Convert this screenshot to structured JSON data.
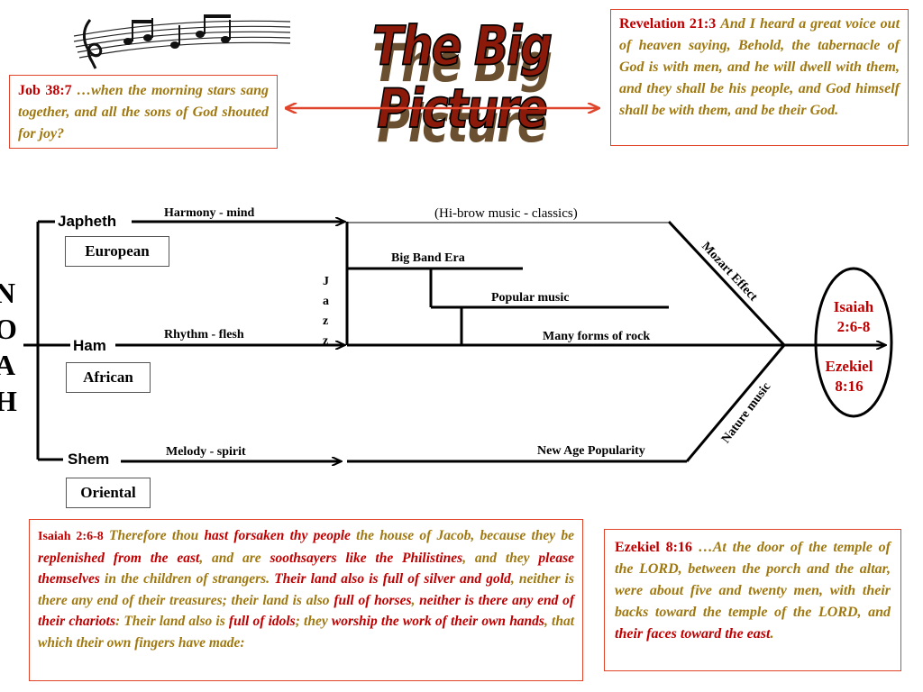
{
  "title": "The Big Picture",
  "job": {
    "ref": "Job 38:7",
    "text": "…when the morning stars sang together, and all the sons of God shouted for joy?"
  },
  "revelation": {
    "ref": "Revelation 21:3",
    "text": "And I heard a great voice out of heaven saying, Behold, the tabernacle of God is with men, and he will dwell with them, and they shall be his people, and God himself shall be with them, and be their God."
  },
  "diagram": {
    "noah_letters": [
      "N",
      "O",
      "A",
      "H"
    ],
    "sons": [
      {
        "name": "Japheth",
        "region": "European",
        "trait": "Harmony - mind"
      },
      {
        "name": "Ham",
        "region": "African",
        "trait": "Rhythm - flesh"
      },
      {
        "name": "Shem",
        "region": "Oriental",
        "trait": "Melody - spirit"
      }
    ],
    "jazz_letters": [
      "J",
      "a",
      "z",
      "z"
    ],
    "branches": {
      "hi_brow": "(Hi-brow music - classics)",
      "big_band": "Big Band Era",
      "popular": "Popular music",
      "rock": "Many forms of rock",
      "new_age": "New Age Popularity"
    },
    "mozart": "Mozart Effect",
    "nature": "Nature music",
    "destination": {
      "isaiah_line1": "Isaiah",
      "isaiah_line2": "2:6-8",
      "ezekiel_line1": "Ezekiel",
      "ezekiel_line2": "8:16"
    }
  },
  "isaiah_verse": {
    "ref": "Isaiah 2:6-8",
    "segments": [
      {
        "t": "Therefore thou ",
        "c": "olive"
      },
      {
        "t": "hast forsaken thy people",
        "c": "red"
      },
      {
        "t": " the house of Jacob, because they be ",
        "c": "olive"
      },
      {
        "t": "replenished from the east",
        "c": "red"
      },
      {
        "t": ", and are ",
        "c": "olive"
      },
      {
        "t": "soothsayers like the Philistines",
        "c": "red"
      },
      {
        "t": ", and they ",
        "c": "olive"
      },
      {
        "t": "please themselves",
        "c": "red"
      },
      {
        "t": " in the children of strangers. ",
        "c": "olive"
      },
      {
        "t": "Their land also is full of silver and gold",
        "c": "red"
      },
      {
        "t": ", neither is there any end of their treasures; their land is also ",
        "c": "olive"
      },
      {
        "t": "full of horses",
        "c": "red"
      },
      {
        "t": ", ",
        "c": "olive"
      },
      {
        "t": "neither is there any end of their chariots",
        "c": "red"
      },
      {
        "t": ": Their land also is ",
        "c": "olive"
      },
      {
        "t": "full of idols",
        "c": "red"
      },
      {
        "t": "; they ",
        "c": "olive"
      },
      {
        "t": "worship the work of their own hands",
        "c": "red"
      },
      {
        "t": ", that which their own fingers have made:",
        "c": "olive"
      }
    ]
  },
  "ezekiel_verse": {
    "ref": "Ezekiel 8:16",
    "segments": [
      {
        "t": "…At the door of the temple of the LORD, between the porch and the altar, were about five and twenty men, with their backs toward the temple of the LORD, and ",
        "c": "olive"
      },
      {
        "t": "their faces toward the east",
        "c": "red"
      },
      {
        "t": ".",
        "c": "olive"
      }
    ]
  },
  "colors": {
    "accent": "#e0442a",
    "scripture_red": "#c00000",
    "scripture_olive": "#a07810"
  }
}
